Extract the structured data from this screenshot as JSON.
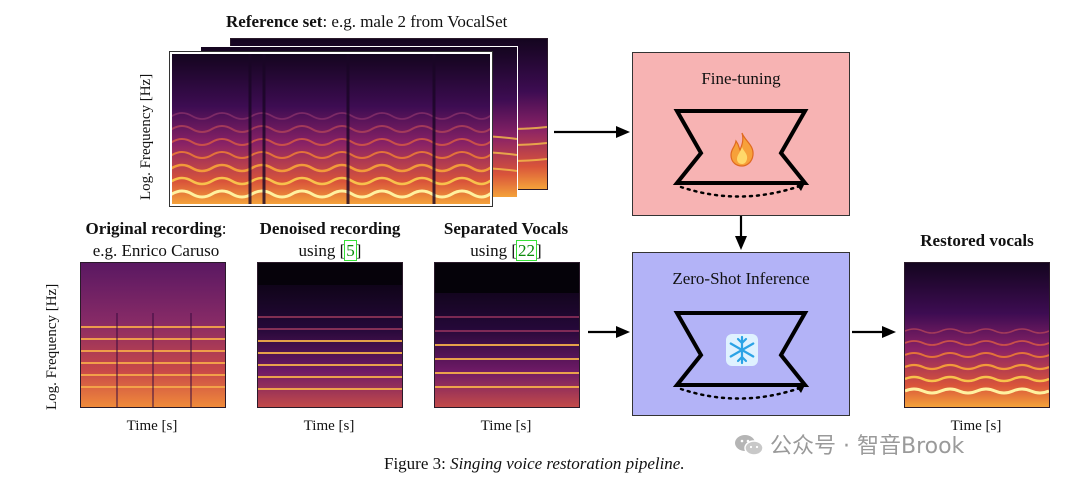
{
  "reference": {
    "title_bold": "Reference set",
    "title_rest": ": e.g. male 2 from VocalSet",
    "ylabel": "Log. Frequency [Hz]"
  },
  "panels": {
    "original": {
      "title_bold": "Original recording",
      "title_colon": ":",
      "subtitle": "e.g. Enrico Caruso",
      "xlabel": "Time [s]"
    },
    "denoised": {
      "title_bold": "Denoised recording",
      "using": "using [",
      "ref": "5",
      "close": "]",
      "xlabel": "Time [s]"
    },
    "separated": {
      "title_bold": "Separated Vocals",
      "using": "using [",
      "ref": "22",
      "close": "]",
      "xlabel": "Time [s]"
    },
    "restored": {
      "title_bold": "Restored vocals",
      "xlabel": "Time [s]"
    },
    "ylabel": "Log. Frequency [Hz]"
  },
  "finetune": {
    "label": "Fine-tuning",
    "color": "#f7b3b3",
    "icon": "fire-icon"
  },
  "inference": {
    "label": "Zero-Shot Inference",
    "color": "#b3b3f7",
    "icon": "snowflake-icon"
  },
  "figure_caption": {
    "prefix": "Figure 3: ",
    "text": "Singing voice restoration pipeline."
  },
  "watermark": {
    "text": "公众号 · 智音Brook"
  }
}
